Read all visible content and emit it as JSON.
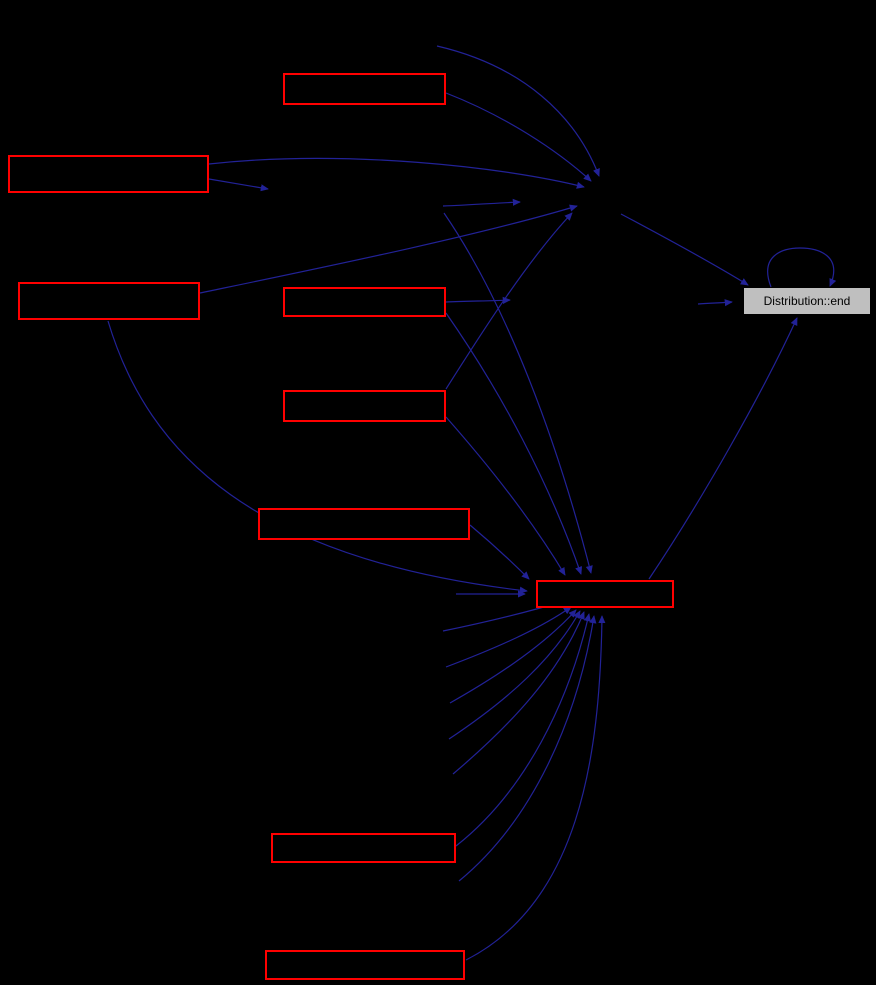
{
  "graph": {
    "type": "call-graph",
    "end_node": {
      "label": "Distribution::end"
    },
    "red_node_count": 9,
    "colors": {
      "background": "#000000",
      "edge": "#222297",
      "red_node_border": "#ff0000",
      "red_node_fill": "#000000",
      "end_node_fill": "#bfbfbf",
      "end_node_text": "#000000"
    }
  }
}
